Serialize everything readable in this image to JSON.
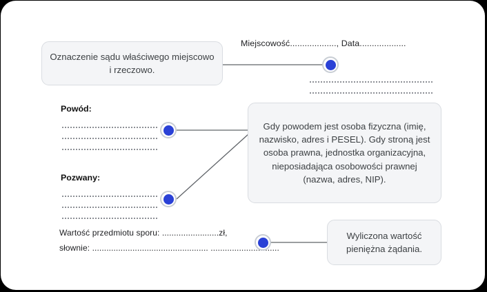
{
  "document": {
    "title_line": "Miejscowość..................., Data...................",
    "plaintiff_label": "Powód:",
    "defendant_label": "Pozwany:",
    "value_line_1": "Wartość przedmiotu sporu: ........................zł,",
    "value_line_2": "słownie: ................................................. ............................."
  },
  "callouts": [
    {
      "id": "court-designation",
      "text": "Oznaczenie sądu właściwego miejscowo i rzeczowo."
    },
    {
      "id": "party-details",
      "text": "Gdy powodem jest osoba fizyczna (imię, nazwisko, adres i PESEL). Gdy stroną jest osoba prawna, jednostka organizacyjna, nieposiadająca osobowości prawnej (nazwa, adres, NIP)."
    },
    {
      "id": "claim-value",
      "text": "Wyliczona wartość pieniężna żądania."
    }
  ],
  "markers": [
    {
      "id": "marker-court"
    },
    {
      "id": "marker-plaintiff"
    },
    {
      "id": "marker-defendant"
    },
    {
      "id": "marker-claim-value"
    }
  ],
  "colors": {
    "marker_fill": "#2a41d6",
    "marker_ring": "#c8cdd4",
    "callout_fill": "#f4f5f7",
    "callout_border": "#d9dce1",
    "connector": "#5f6368",
    "page_bg": "#ffffff",
    "frame_bg": "#000000"
  }
}
